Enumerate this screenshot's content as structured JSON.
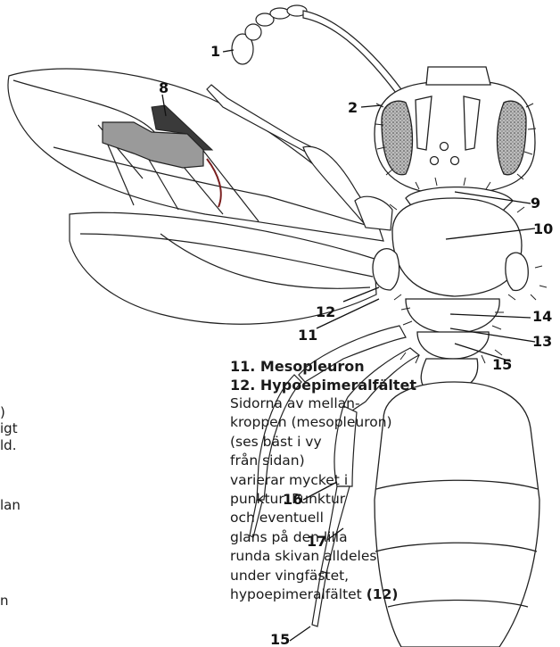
{
  "colors": {
    "wing_cell_light": "#9a9a9a",
    "wing_cell_dark": "#3a3a3a",
    "vein_highlight": "#7a1f1f",
    "eye_fill": "#5a5a5a"
  },
  "callouts": [
    "1",
    "2",
    "8",
    "9",
    "10",
    "12",
    "11",
    "14",
    "13",
    "15",
    "16",
    "17",
    "15"
  ],
  "left_edge_fragments": [
    ")",
    "igt",
    "ld.",
    "lan",
    "n"
  ],
  "description": {
    "heading_11": "11. Mesopleuron",
    "heading_12": "12. Hypoepimeralfältet",
    "body_lines": [
      "Sidorna av mellan-",
      "kroppen (mesopleuron)",
      "(ses bäst i vy",
      "från sidan)",
      "varierar mycket i",
      "punktur. Punktur",
      "och eventuell",
      "glans på den lilla",
      "runda skivan alldeles",
      "under vingfästet,"
    ],
    "last_line_text": "hypoepimeralfältet",
    "last_line_ref": "(12)"
  }
}
